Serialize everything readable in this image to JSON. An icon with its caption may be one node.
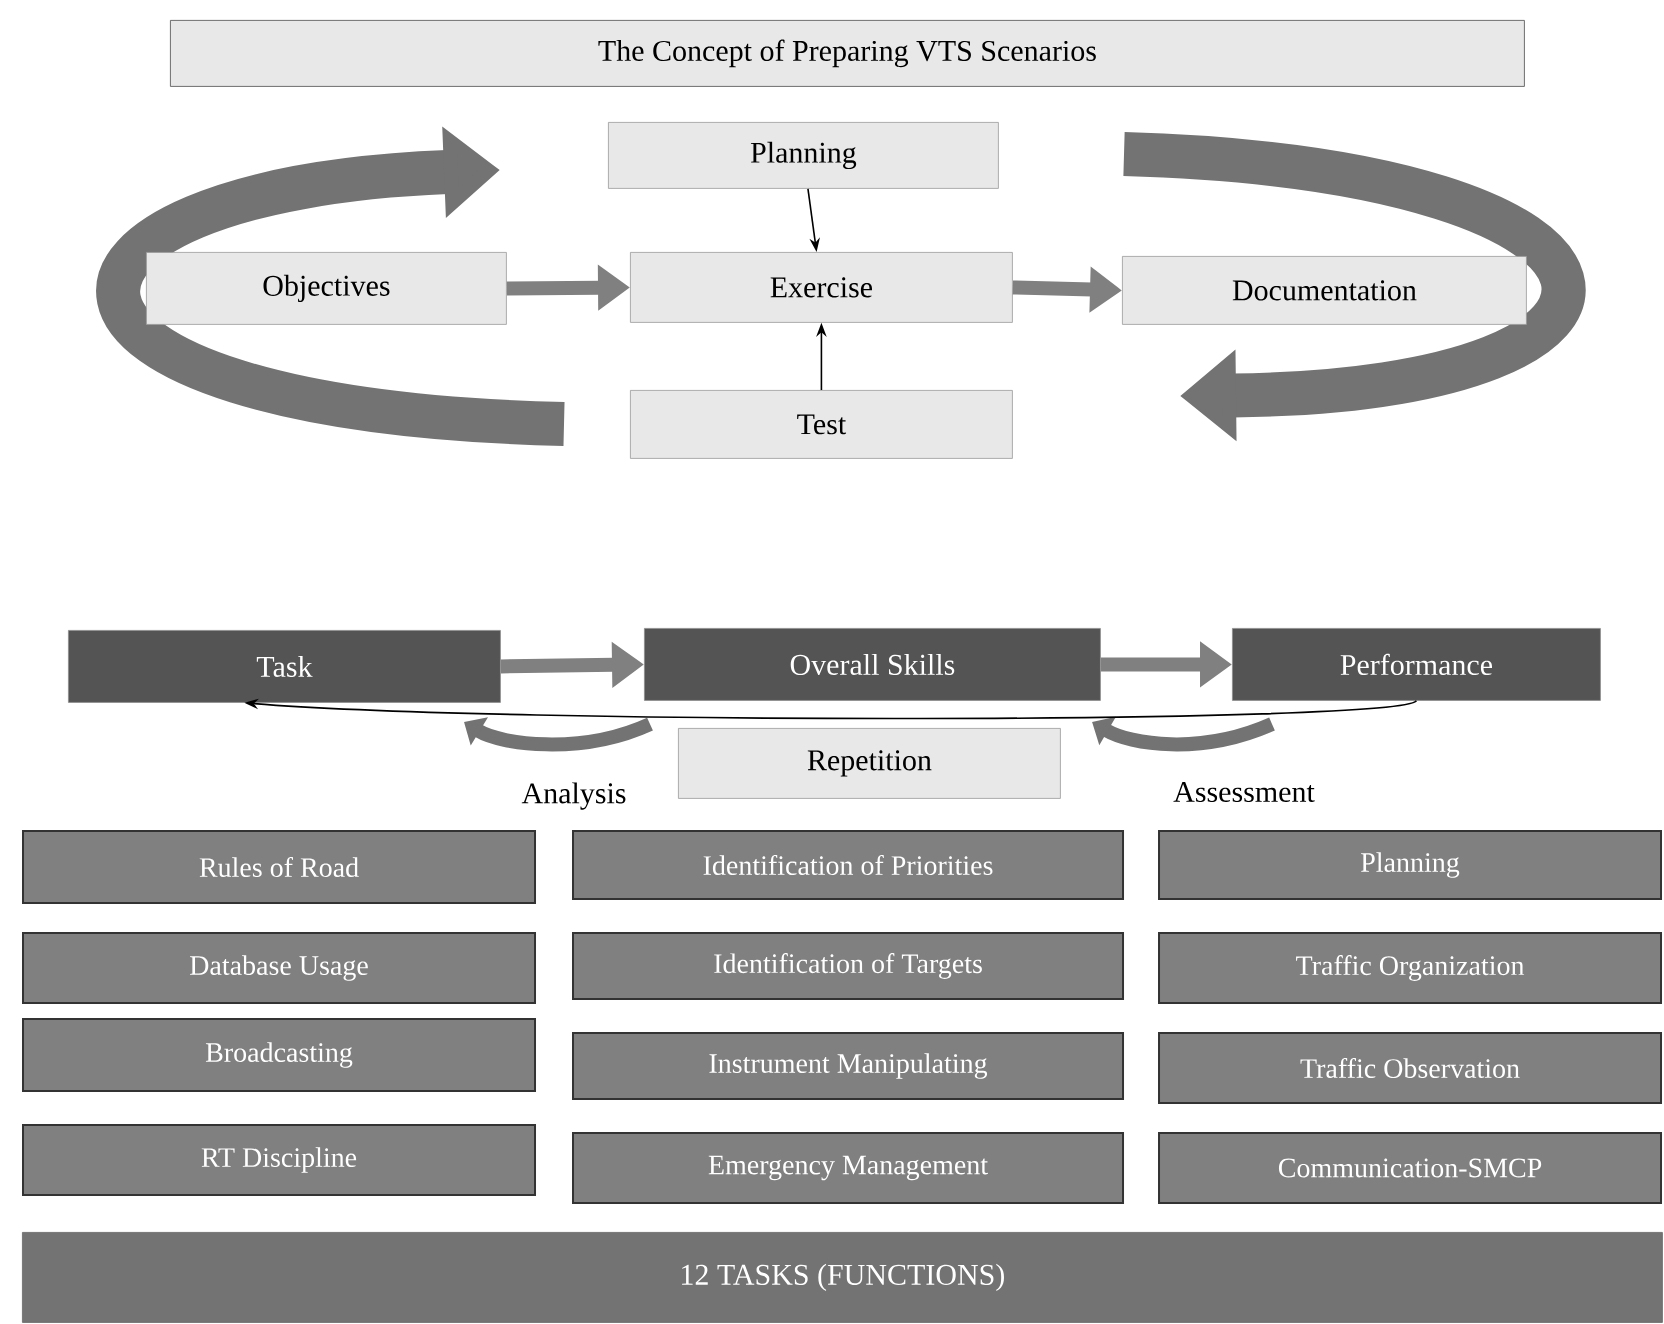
{
  "diagram": {
    "title": "The Concept of Preparing VTS Scenarios",
    "nodes": [
      {
        "text": [
          "Planning"
        ]
      },
      {
        "text": [
          "Objectives"
        ]
      },
      {
        "text": [
          "Exercise"
        ]
      },
      {
        "text": [
          "Documentation"
        ]
      },
      {
        "text": [
          "Test"
        ]
      },
      {
        "text": [
          "Task"
        ]
      },
      {
        "text": [
          "Overall Skills"
        ]
      },
      {
        "text": [
          "Performance"
        ]
      },
      {
        "text": [
          "Repetition"
        ]
      },
      {
        "text": [
          "Rules of Road"
        ]
      },
      {
        "text": [
          "Identification of Priorities"
        ]
      },
      {
        "text": [
          "Planning"
        ]
      },
      {
        "text": [
          "Database Usage"
        ]
      },
      {
        "text": [
          "Identification of Targets"
        ]
      },
      {
        "text": [
          "Traffic Organization"
        ]
      },
      {
        "text": [
          "Broadcasting"
        ]
      },
      {
        "text": [
          "Instrument Manipulating"
        ]
      },
      {
        "text": [
          "Traffic Observation"
        ]
      },
      {
        "text": [
          "RT Discipline"
        ]
      },
      {
        "text": [
          "Emergency Management"
        ]
      },
      {
        "text": [
          "Communication-SMCP"
        ]
      },
      {
        "text": [
          "12 TASKS (FUNCTIONS)"
        ]
      }
    ],
    "edges": [
      {
        "from": 0,
        "to": 2,
        "arrow": "to",
        "color": "#000000"
      },
      {
        "from": 4,
        "to": 2,
        "arrow": "to",
        "color": "#000000"
      },
      {
        "from": 1,
        "to": 2,
        "arrow": "to"
      },
      {
        "from": 2,
        "to": 3,
        "arrow": "to"
      },
      {
        "from": 5,
        "to": 6,
        "arrow": "to"
      },
      {
        "from": 6,
        "to": 7,
        "arrow": "to"
      },
      {
        "from": 7,
        "to": 5,
        "arrow": "to",
        "color": "#000000"
      }
    ],
    "labels": [
      "Analysis",
      "Assessment"
    ]
  }
}
